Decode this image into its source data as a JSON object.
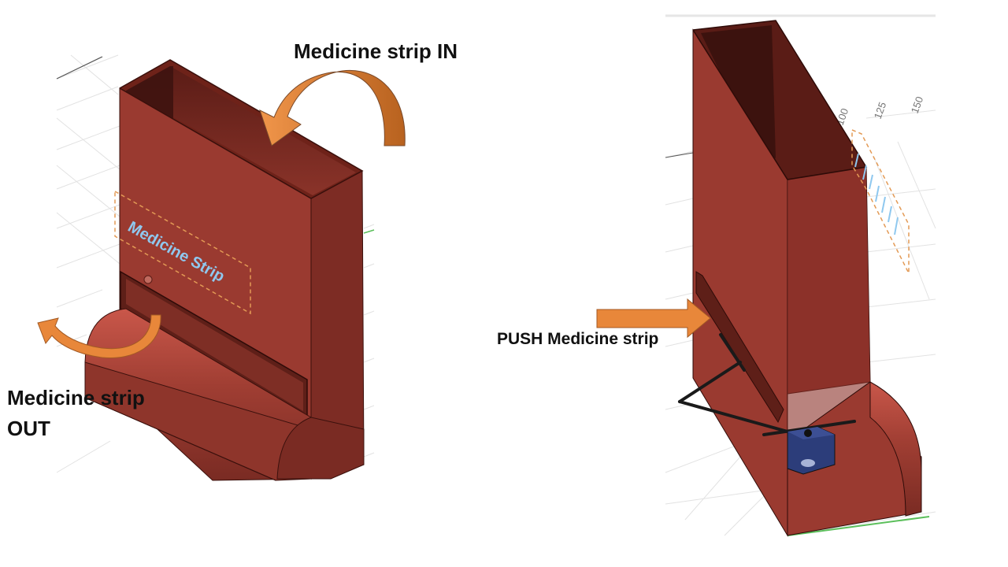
{
  "left_view": {
    "arrow_in_label": "Medicine strip IN",
    "arrow_out_label_line1": "Medicine strip",
    "arrow_out_label_line2": "OUT",
    "engraved_text": "Medicine Strip"
  },
  "right_view": {
    "push_label": "PUSH Medicine strip",
    "ruler_ticks": [
      "100",
      "125",
      "150"
    ]
  },
  "colors": {
    "body_front": "#9a3a30",
    "body_side": "#7d2c24",
    "arrow": "#e8873a",
    "engraved_text": "#8fc8ef",
    "box_blue": "#2c3d7a"
  }
}
